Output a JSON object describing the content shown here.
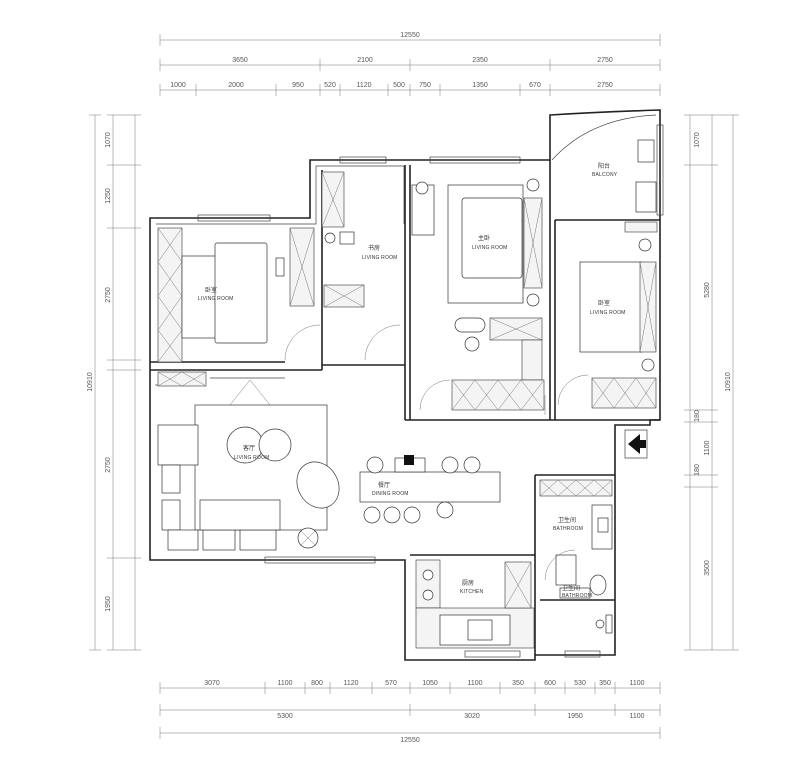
{
  "dimensions": {
    "top_total": "12550",
    "top_mid": [
      "3650",
      "2100",
      "2350",
      "2750"
    ],
    "top_inner": [
      "1000",
      "2000",
      "950",
      "520",
      "1120",
      "500",
      "750",
      "1350",
      "670",
      "2750"
    ],
    "bottom_inner": [
      "3070",
      "1100",
      "800",
      "1120",
      "570",
      "1050",
      "1100",
      "350",
      "600",
      "530",
      "350",
      "1100"
    ],
    "bottom_mid": [
      "5300",
      "3020",
      "1950",
      "1100"
    ],
    "bottom_total": "12550",
    "left_inner": [
      "1070",
      "1250",
      "2750",
      "2750",
      "1950"
    ],
    "left_total": "10910",
    "right_inner": [
      "1070",
      "5280",
      "180",
      "1100",
      "180",
      "3500"
    ],
    "right_total": "10910"
  },
  "rooms": {
    "bedroom1": {
      "cn": "卧室",
      "en": "LIVING ROOM"
    },
    "study": {
      "cn": "书房",
      "en": "LIVING ROOM"
    },
    "master": {
      "cn": "主卧",
      "en": "LIVING ROOM"
    },
    "bedroom2": {
      "cn": "卧室",
      "en": "LIVING ROOM"
    },
    "balcony": {
      "cn": "阳台",
      "en": "BALCONY"
    },
    "living": {
      "cn": "客厅",
      "en": "LIVING ROOM"
    },
    "dining": {
      "cn": "餐厅",
      "en": "DINING ROOM"
    },
    "kitchen": {
      "cn": "厨房",
      "en": "KITCHEN"
    },
    "bathroom1": {
      "cn": "卫生间",
      "en": "BATHROOM"
    },
    "bathroom2": {
      "cn": "卫生间",
      "en": "BATHROOM"
    }
  }
}
